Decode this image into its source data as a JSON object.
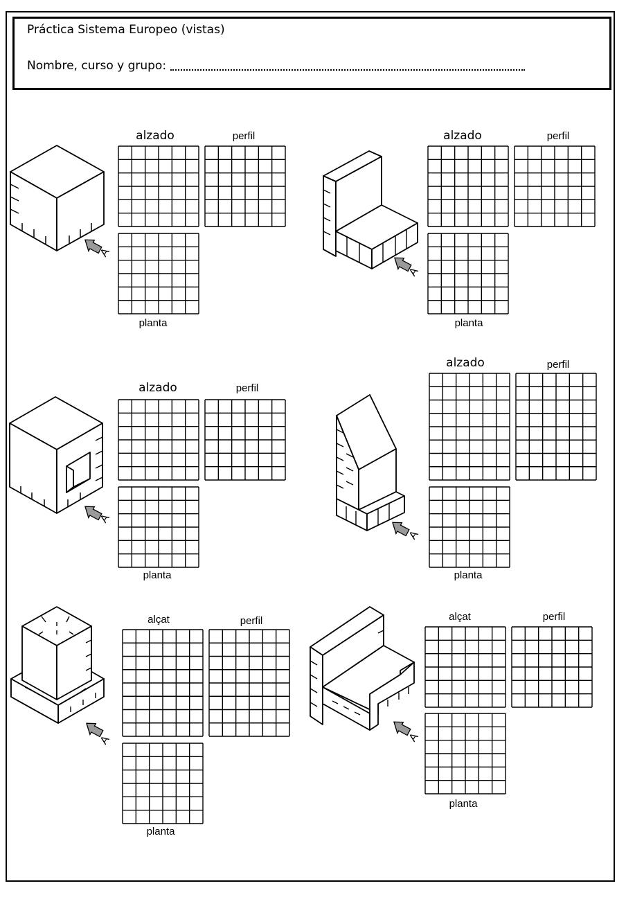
{
  "header": {
    "title": "Práctica Sistema Europeo (vistas)",
    "name_label": "Nombre, curso y grupo:"
  },
  "exercises": [
    {
      "alzado": "alzado",
      "perfil": "perfil",
      "planta": "planta",
      "arrow_letter": "A"
    },
    {
      "alzado": "alzado",
      "perfil": "perfil",
      "planta": "planta",
      "arrow_letter": "A"
    },
    {
      "alzado": "alzado",
      "perfil": "perfil",
      "planta": "planta",
      "arrow_letter": "A"
    },
    {
      "alzado": "alzado",
      "perfil": "perfil",
      "planta": "planta",
      "arrow_letter": "A"
    },
    {
      "alzado": "alçat",
      "perfil": "perfil",
      "planta": "planta",
      "arrow_letter": "A"
    },
    {
      "alzado": "alçat",
      "perfil": "perfil",
      "planta": "planta",
      "arrow_letter": "A"
    }
  ],
  "grid": {
    "columns": 6,
    "rows": 6
  },
  "grid_tall": {
    "columns": 6,
    "rows": 8
  },
  "colors": {
    "ink": "#000000",
    "arrow_fill": "#9a9a9a"
  }
}
